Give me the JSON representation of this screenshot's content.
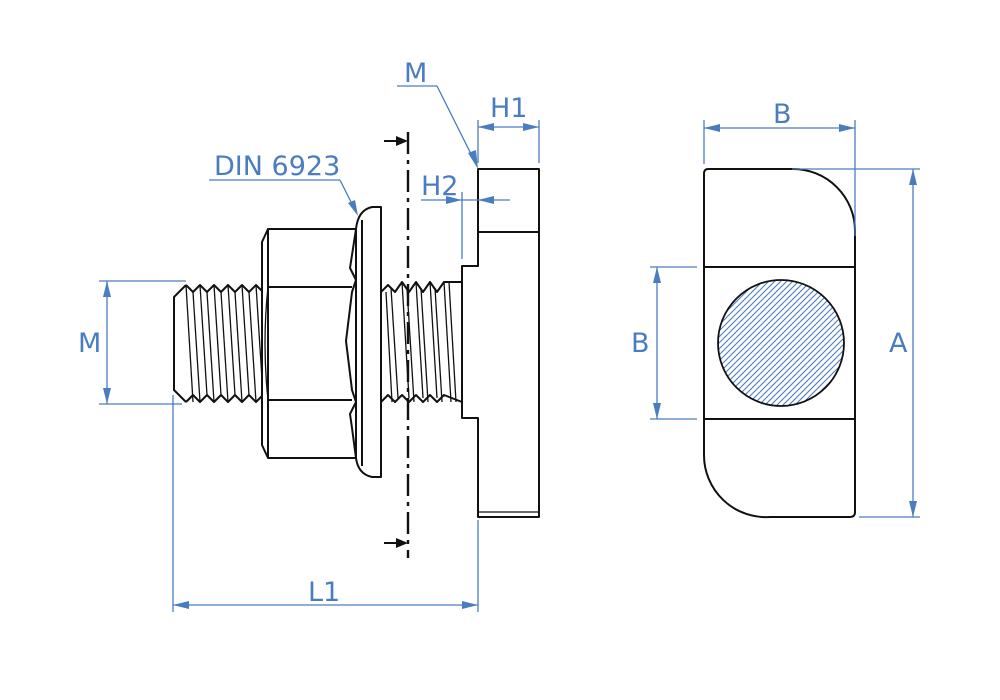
{
  "drawing": {
    "title": "T-head bolt with flange nut DIN 6923",
    "colors": {
      "outline": "#111111",
      "dimension": "#4a7cc2",
      "background": "#ffffff"
    },
    "side_view": {
      "labels": {
        "thread_callout": "M",
        "nut_callout": "DIN 6923",
        "head_height": "H1",
        "head_step": "H2",
        "thread_diameter": "M",
        "length": "L1"
      }
    },
    "end_view": {
      "labels": {
        "width_top": "B",
        "width_side": "B",
        "height": "A"
      }
    }
  }
}
